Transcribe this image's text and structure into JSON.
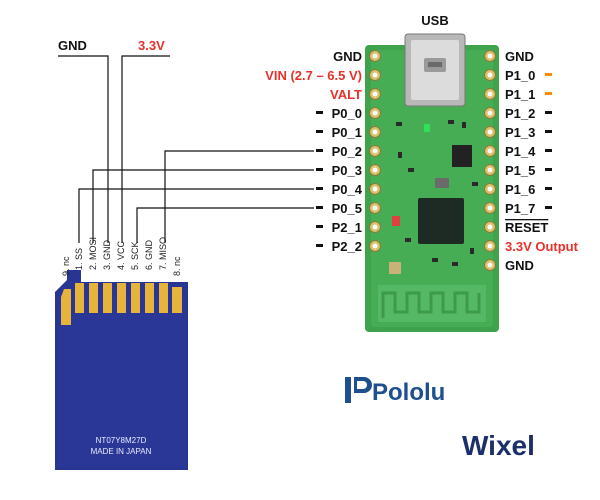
{
  "top_labels": {
    "gnd": "GND",
    "v33": "3.3V"
  },
  "board": {
    "header": "USB",
    "left_pins": [
      "GND",
      "VIN (2.7 – 6.5 V)",
      "VALT",
      "P0_0",
      "P0_1",
      "P0_2",
      "P0_3",
      "P0_4",
      "P0_5",
      "P2_1",
      "P2_2"
    ],
    "right_pins": [
      "GND",
      "P1_0",
      "P1_1",
      "P1_2",
      "P1_3",
      "P1_4",
      "P1_5",
      "P1_6",
      "P1_7",
      "RESET",
      "3.3V Output",
      "GND"
    ]
  },
  "sd_card": {
    "pins": [
      "9. nc",
      "1. SS",
      "2. MOSI",
      "3. GND",
      "4. VCC",
      "5. SCK",
      "6. GND",
      "7. MISO",
      "8. nc"
    ],
    "marking": [
      "NT07Y8M27D",
      "MADE IN JAPAN"
    ]
  },
  "logos": {
    "pololu": "Pololu",
    "wixel": "Wixel"
  },
  "colors": {
    "label_red": "#e8312a",
    "pin_marker_orange": "#ff8a00",
    "pcb_green": "#3fa34d",
    "sd_blue": "#283593",
    "sd_gold": "#e6b43a",
    "pololu_blue": "#1f4f8f",
    "wixel_navy": "#1c2f6b"
  }
}
